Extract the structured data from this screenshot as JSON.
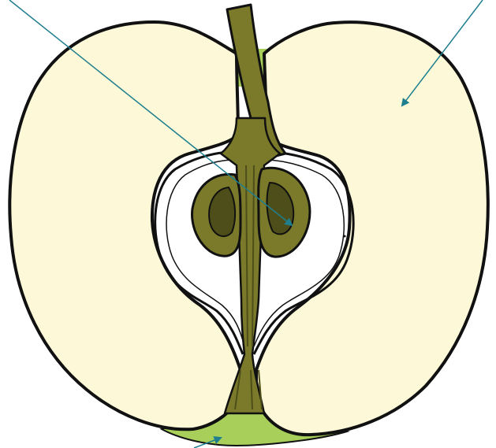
{
  "colors": {
    "flesh": "#fdf8d8",
    "skin": "#a7cf5a",
    "core": "#7a7a2a",
    "core_dark": "#4e4e1a",
    "outline": "#111111",
    "arrow": "#1f7f8f",
    "background": "#ffffff"
  },
  "parts": [
    "stem",
    "seed-left",
    "seed-right",
    "core-line",
    "flesh-left",
    "flesh-right",
    "calyx"
  ],
  "arrows": [
    {
      "id": "seed",
      "target": "seed-right"
    },
    {
      "id": "flesh",
      "target": "flesh-right"
    },
    {
      "id": "calyx",
      "target": "calyx"
    }
  ]
}
